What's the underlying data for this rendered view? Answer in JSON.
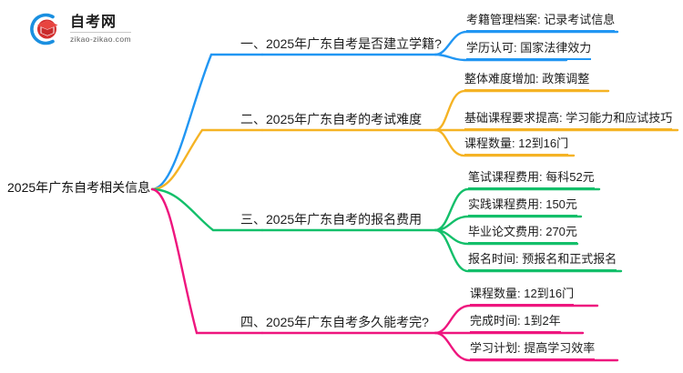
{
  "logo": {
    "icon": "graduation-cap-logo-icon",
    "title": "自考网",
    "subtitle": "zikao-zikao.com"
  },
  "colors": {
    "blue": "#2196f3",
    "orange": "#f5b324",
    "green": "#13bf6a",
    "pink": "#ee157e",
    "text": "#1d1d1d",
    "background": "#ffffff"
  },
  "mindmap": {
    "type": "mindmap",
    "root": "2025年广东自考相关信息",
    "branches": [
      {
        "label": "一、2025年广东自考是否建立学籍?",
        "color": "#2196f3",
        "leaves": [
          "考籍管理档案: 记录考试信息",
          "学历认可: 国家法律效力"
        ]
      },
      {
        "label": "二、2025年广东自考的考试难度",
        "color": "#f5b324",
        "leaves": [
          "整体难度增加: 政策调整",
          "基础课程要求提高: 学习能力和应试技巧",
          "课程数量: 12到16门"
        ]
      },
      {
        "label": "三、2025年广东自考的报名费用",
        "color": "#13bf6a",
        "leaves": [
          "笔试课程费用: 每科52元",
          "实践课程费用: 150元",
          "毕业论文费用: 270元",
          "报名时间: 预报名和正式报名"
        ]
      },
      {
        "label": "四、2025年广东自考多久能考完?",
        "color": "#ee157e",
        "leaves": [
          "课程数量: 12到16门",
          "完成时间: 1到2年",
          "学习计划: 提高学习效率"
        ]
      }
    ]
  }
}
